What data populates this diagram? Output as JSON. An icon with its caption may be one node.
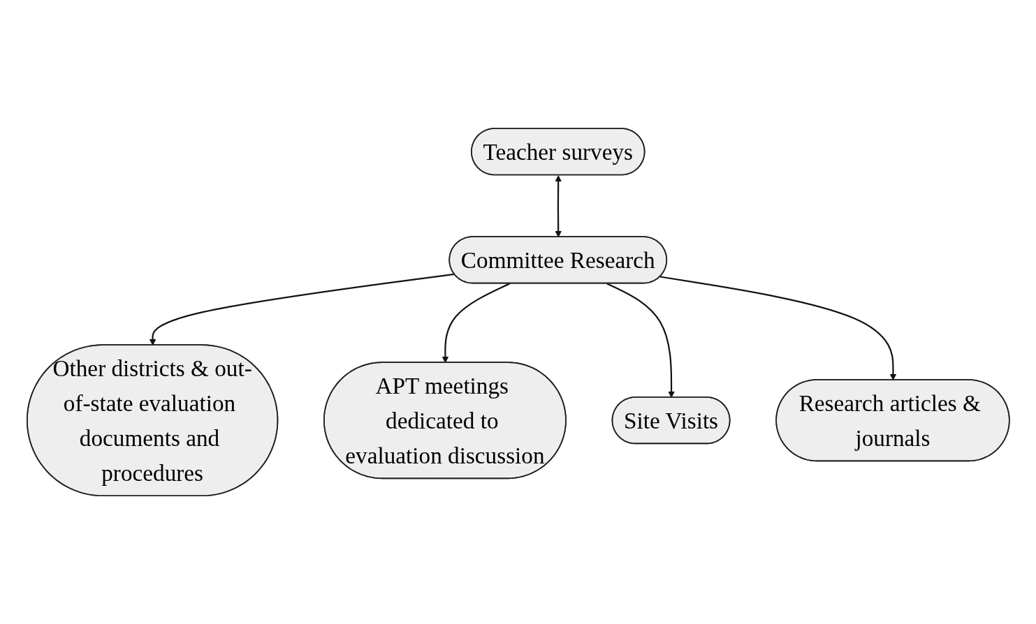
{
  "diagram": {
    "nodes": [
      {
        "text": [
          "Teacher surveys"
        ]
      },
      {
        "text": [
          "Other districts & out-of-state evaluation documents and procedures"
        ]
      },
      {
        "text": [
          "APT meetings dedicated to evaluation discussion"
        ]
      },
      {
        "text": [
          "Committee Research"
        ]
      },
      {
        "text": [
          "Site Visits"
        ]
      },
      {
        "text": [
          "Research articles & journals"
        ]
      }
    ],
    "edges": [
      {
        "from": 0,
        "to": 3,
        "arrow": "both"
      },
      {
        "from": 3,
        "to": 1,
        "arrow": "to"
      },
      {
        "from": 3,
        "to": 2,
        "arrow": "to"
      },
      {
        "from": 3,
        "to": 4,
        "arrow": "to"
      },
      {
        "from": 3,
        "to": 5,
        "arrow": "to"
      }
    ]
  }
}
